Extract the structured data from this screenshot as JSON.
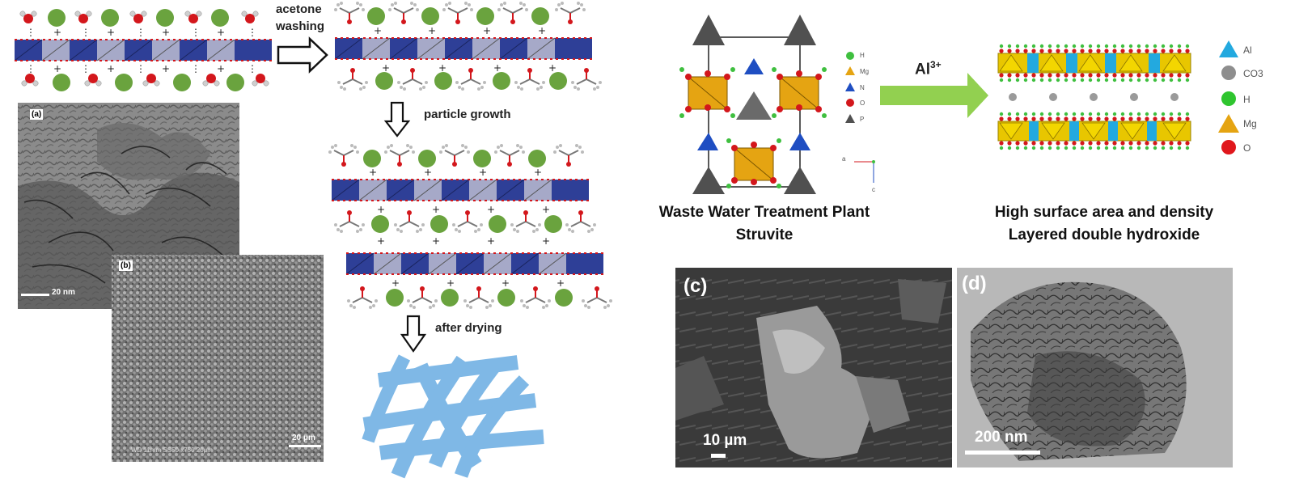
{
  "left_figure": {
    "arrow_acetone_label_1": "acetone",
    "arrow_acetone_label_2": "washing",
    "arrow_growth_label": "particle growth",
    "arrow_drying_label": "after drying",
    "panel_a": {
      "tag": "(a)",
      "scale": "20 nm"
    },
    "panel_b": {
      "tag": "(b)",
      "scale": "20 μm",
      "footer": "WD 11mm   SS50   x750   20μm"
    }
  },
  "right_figure": {
    "struvite_legend": [
      "H",
      "Mg",
      "N",
      "O",
      "P"
    ],
    "axis_a": "a",
    "axis_c": "c",
    "reaction_label": "Al",
    "reaction_superscript": "3+",
    "ldh_legend": [
      "Al",
      "CO3",
      "H",
      "Mg",
      "O"
    ],
    "caption_left_1": "Waste Water Treatment Plant",
    "caption_left_2": "Struvite",
    "caption_right_1": "High surface area and density",
    "caption_right_2": "Layered double hydroxide",
    "panel_c": {
      "tag": "(c)",
      "scale": "10 µm"
    },
    "panel_d": {
      "tag": "(d)",
      "scale": "200 nm"
    }
  },
  "colors": {
    "layer_blue": "#2e3f97",
    "layer_grey": "#a6a9c8",
    "green_sphere": "#6aa33e",
    "oxygen_red": "#d3171c",
    "fiber_blue": "#7fb8e6",
    "reaction_arrow": "#92d050",
    "mg_gold": "#e5a412",
    "al_cyan": "#23a9df"
  }
}
